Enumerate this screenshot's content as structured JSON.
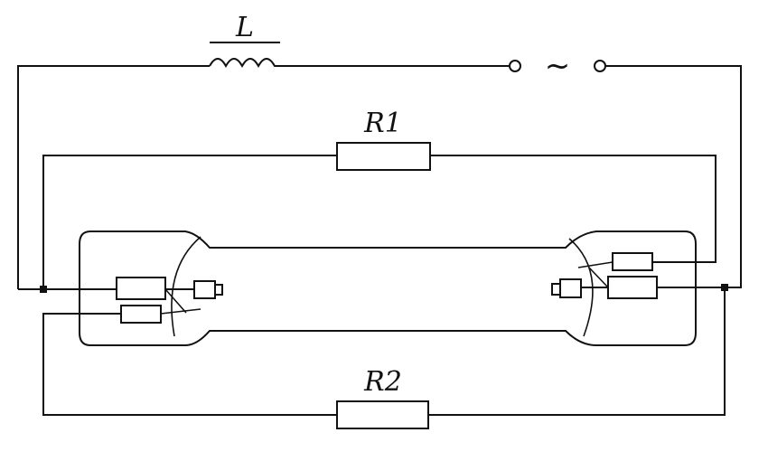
{
  "labels": {
    "inductor": "L",
    "resistor_top": "R1",
    "resistor_bottom": "R2",
    "ac_source": "~"
  }
}
